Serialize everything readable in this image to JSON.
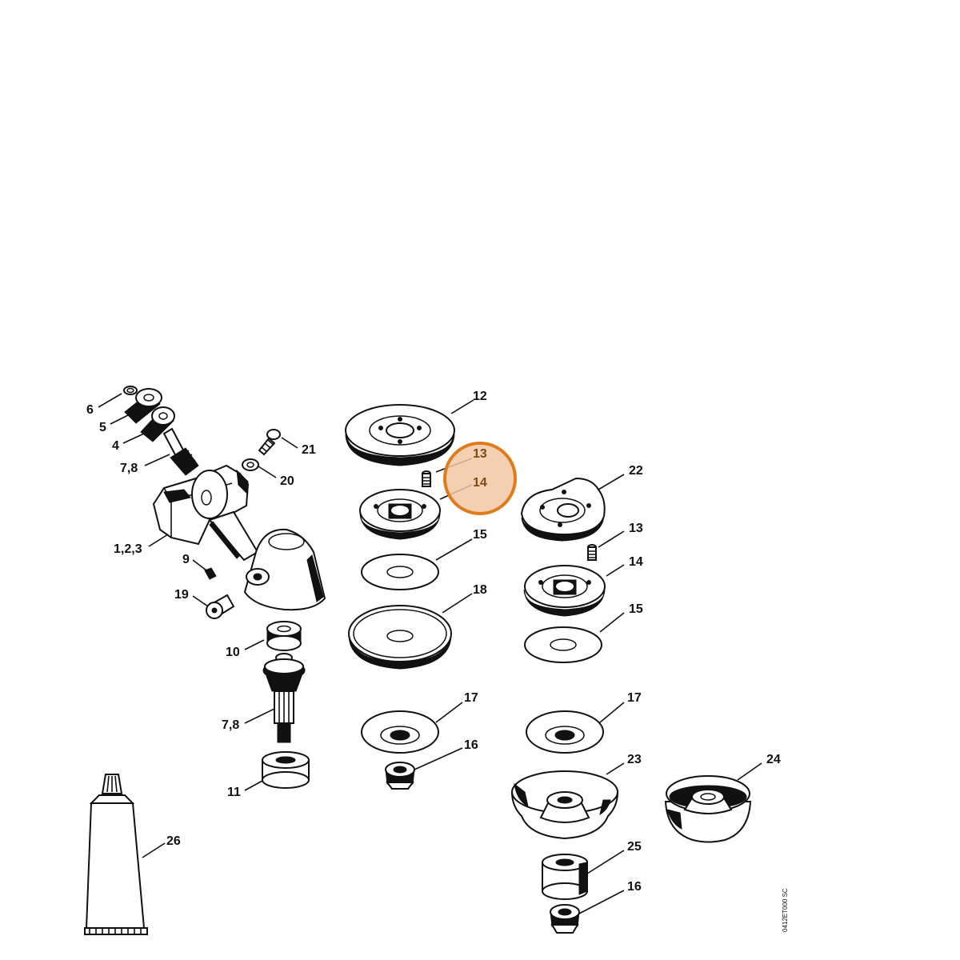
{
  "diagram": {
    "code": "0412ET000 SC",
    "highlight_color": "#e07b1d",
    "callouts": {
      "c6": "6",
      "c5": "5",
      "c4": "4",
      "c78a": "7,8",
      "c123": "1,2,3",
      "c21": "21",
      "c20": "20",
      "c9": "9",
      "c19": "19",
      "c10": "10",
      "c78b": "7,8",
      "c11": "11",
      "c26": "26",
      "c12": "12",
      "c13a": "13",
      "c14a": "14",
      "c15a": "15",
      "c18": "18",
      "c17a": "17",
      "c16a": "16",
      "c22": "22",
      "c13b": "13",
      "c14b": "14",
      "c15b": "15",
      "c17b": "17",
      "c23": "23",
      "c24": "24",
      "c25": "25",
      "c16b": "16"
    }
  }
}
